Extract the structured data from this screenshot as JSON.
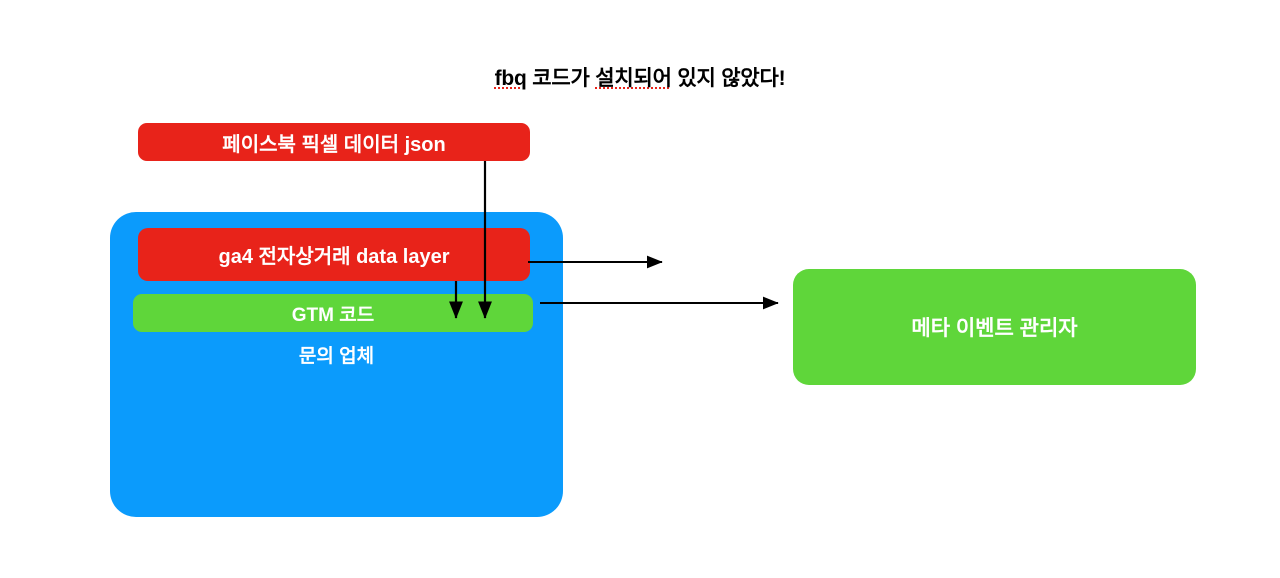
{
  "diagram": {
    "title": {
      "full_text": "fbq 코드가 설치되어 있지 않았다!",
      "segment_spell_1": "fbq",
      "segment_plain_1": " 코드가 ",
      "segment_spell_2": "설치되어",
      "segment_plain_2": " 있지 않았다!",
      "color": "#000000",
      "spellcheck_underline_color": "#e8231a"
    },
    "nodes": {
      "facebook_pixel_json": {
        "label": "페이스북 픽셀 데이터 json",
        "color": "#e8231a",
        "text_color": "#ffffff"
      },
      "ga4_data_layer": {
        "label": "ga4 전자상거래 data layer",
        "color": "#e8231a",
        "text_color": "#ffffff"
      },
      "gtm_code": {
        "label": "GTM 코드",
        "color": "#5fd63a",
        "text_color": "#ffffff"
      },
      "company_container": {
        "label": "문의 업체",
        "color": "#0b9bfc",
        "text_color": "#ffffff"
      },
      "meta_event_manager": {
        "label": "메타 이벤트 관리자",
        "color": "#5fd63a",
        "text_color": "#ffffff"
      }
    },
    "arrows": [
      {
        "name": "json-to-gtm",
        "from": "facebook_pixel_json",
        "to": "gtm_code",
        "direction": "down",
        "color": "#000000"
      },
      {
        "name": "ga4-to-gtm",
        "from": "ga4_data_layer",
        "to": "gtm_code",
        "direction": "down",
        "color": "#000000"
      },
      {
        "name": "ga4-to-right",
        "from": "ga4_data_layer",
        "to": "",
        "direction": "right",
        "color": "#000000"
      },
      {
        "name": "gtm-to-meta",
        "from": "gtm_code",
        "to": "meta_event_manager",
        "direction": "right",
        "color": "#000000"
      }
    ],
    "background_color": "#ffffff"
  }
}
